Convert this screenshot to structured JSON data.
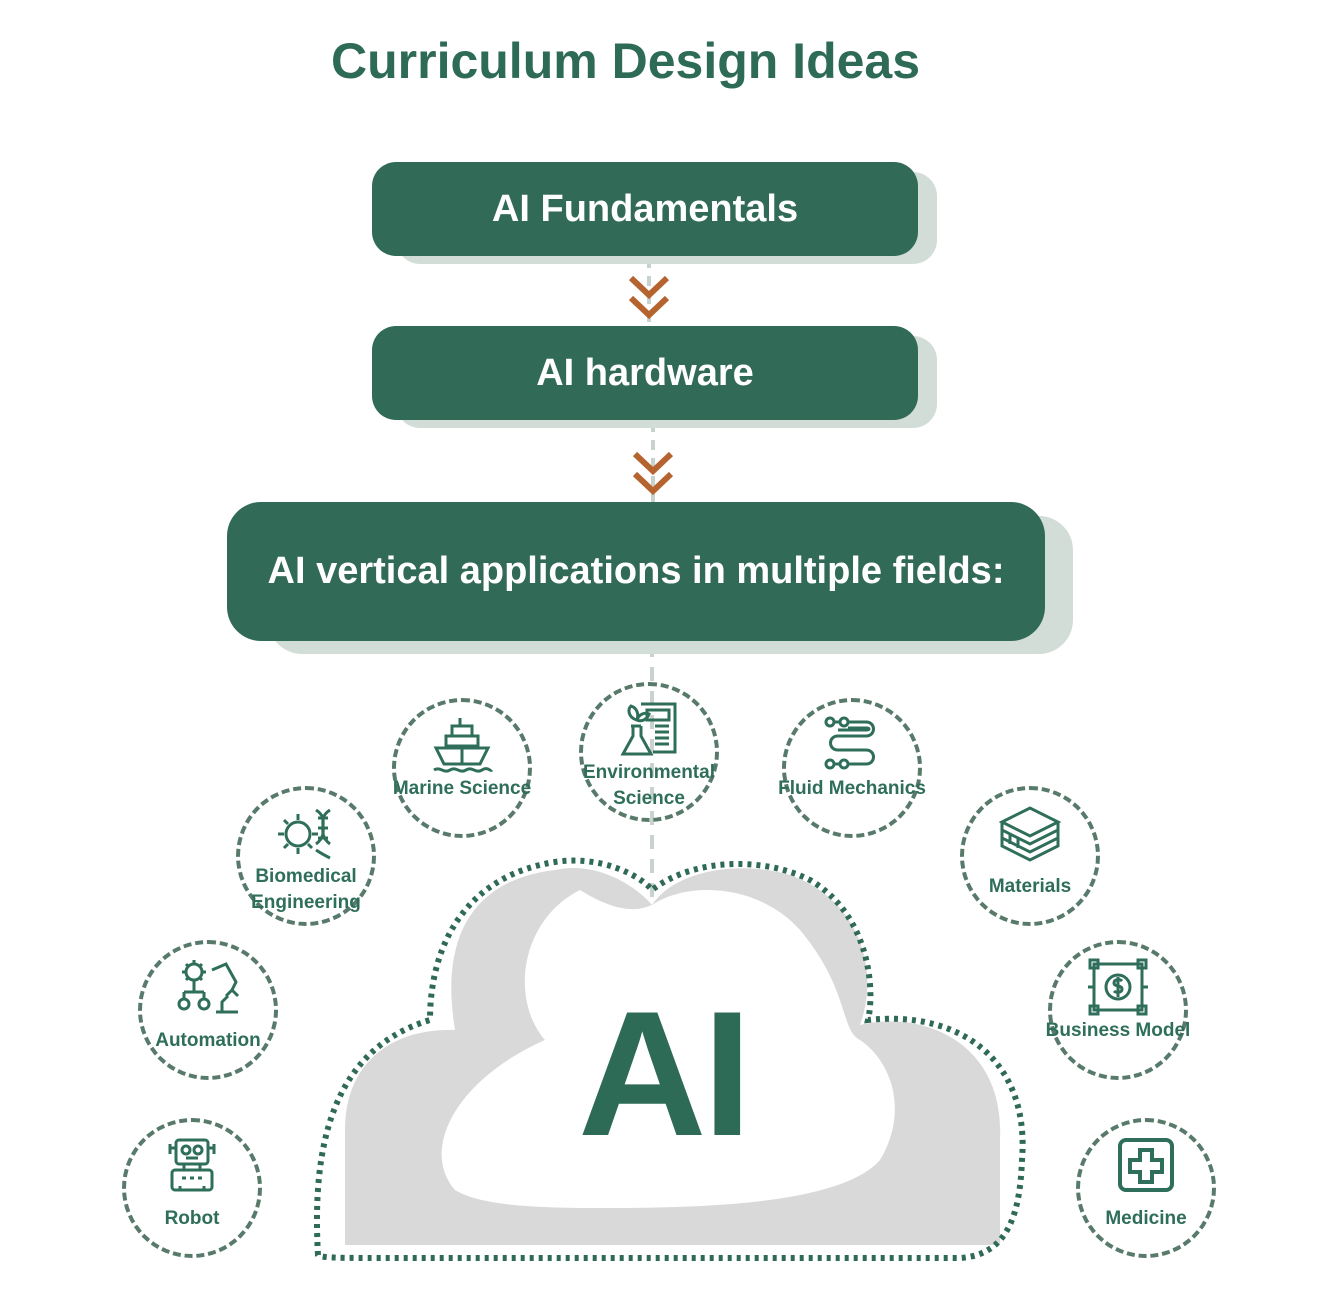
{
  "title": "Curriculum Design Ideas",
  "steps": [
    {
      "label": "AI Fundamentals"
    },
    {
      "label": "AI hardware"
    },
    {
      "label": "AI vertical applications in multiple fields:"
    }
  ],
  "center": {
    "label": "AI"
  },
  "fields": [
    {
      "label": "Biomedical Engineering",
      "icon": "dna-gear-icon"
    },
    {
      "label": "Marine Science",
      "icon": "ship-icon"
    },
    {
      "label": "Environmental Science",
      "icon": "flask-document-icon"
    },
    {
      "label": "Fluid Mechanics",
      "icon": "pipe-flow-icon"
    },
    {
      "label": "Materials",
      "icon": "material-layers-icon"
    },
    {
      "label": "Automation",
      "icon": "robotic-arm-icon"
    },
    {
      "label": "Business Model",
      "icon": "dollar-network-icon"
    },
    {
      "label": "Robot",
      "icon": "robot-icon"
    },
    {
      "label": "Medicine",
      "icon": "medical-cross-icon"
    }
  ],
  "colors": {
    "primary": "#316a57",
    "shadow": "#d3ddd8",
    "arrow": "#b5632f",
    "cloud": "#d9d9d9",
    "dashed": "#587a6b"
  }
}
